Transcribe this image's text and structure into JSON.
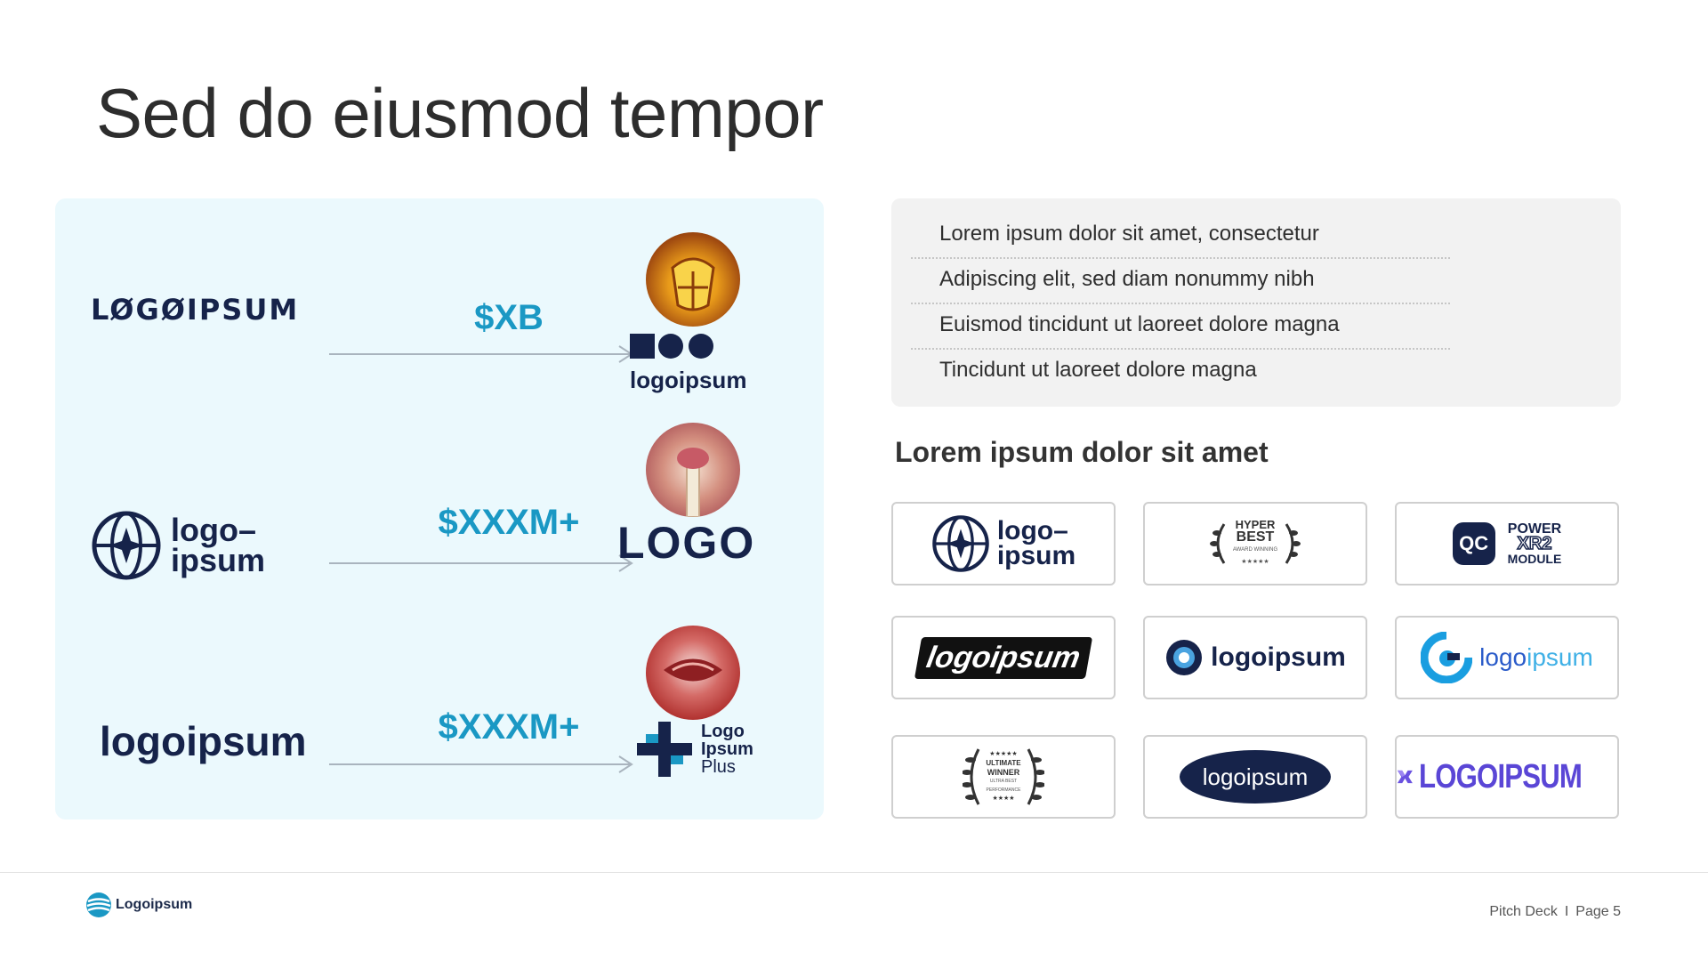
{
  "title": "Sed do eiusmod tempor",
  "deals": [
    {
      "source_logo": "LØGØIPSUM",
      "amount": "$XB",
      "dest_logo": "logoipsum",
      "dest_mark": "square-circle-circle"
    },
    {
      "source_logo_line1": "logo–",
      "source_logo_line2": "ipsum",
      "amount": "$XXXM+",
      "dest_logo": "LOGO"
    },
    {
      "source_logo": "logoipsum",
      "amount": "$XXXM+",
      "dest_line1": "Logo",
      "dest_line2": "Ipsum",
      "dest_line3": "Plus"
    }
  ],
  "bullets": [
    "Lorem ipsum dolor sit amet, consectetur",
    "Adipiscing elit, sed diam nonummy nibh",
    "Euismod tincidunt ut laoreet dolore magna",
    "Tincidunt ut laoreet dolore magna"
  ],
  "partners_heading": "Lorem ipsum dolor sit amet",
  "partners": {
    "p1_line1": "logo–",
    "p1_line2": "ipsum",
    "p2_line1": "HYPER",
    "p2_line2": "BEST",
    "p2_line3": "AWARD WINNING",
    "p3_badge": "QC",
    "p3_line1": "POWER",
    "p3_line2": "XR2",
    "p3_line3": "MODULE",
    "p4": "logoipsum",
    "p5": "logoipsum",
    "p6_a": "logo",
    "p6_b": "ipsum",
    "p7_line1": "ULTIMATE",
    "p7_line2": "WINNER",
    "p7_line3": "ULTRA BEST",
    "p7_line4": "PERFORMANCE",
    "p8": "logoipsum",
    "p9": "LOGOIPSUM"
  },
  "footer": {
    "brand": "Logoipsum",
    "doc": "Pitch Deck",
    "separator": "I",
    "page": "Page 5"
  },
  "colors": {
    "accent": "#1a98c4",
    "navy": "#16234a",
    "panel": "#ebf9fd"
  }
}
